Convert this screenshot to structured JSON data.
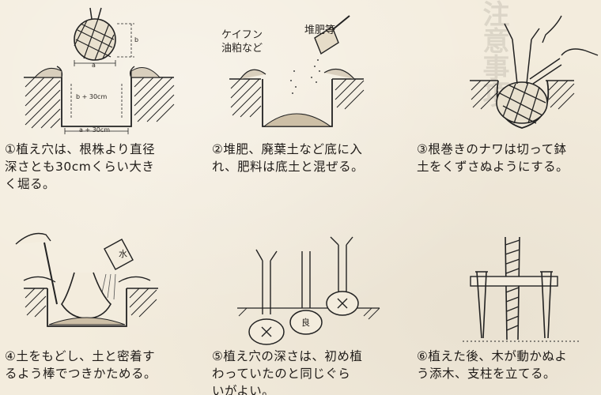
{
  "labels": {
    "keifun": "ケイフン\n油粕など",
    "taihi": "堆肥等",
    "b30": "b + 30cm",
    "a30": "a + 30cm",
    "a": "a",
    "b": "b",
    "mizu": "水",
    "yoi": "良"
  },
  "steps": [
    {
      "num": "①",
      "text": "植え穴は、根株より直径\n深さとも30cmくらい大き\nく堀る。"
    },
    {
      "num": "②",
      "text": "堆肥、廃葉土など底に入\nれ、肥料は底土と混ぜる。"
    },
    {
      "num": "③",
      "text": "根巻きのナワは切って鉢\n土をくずさぬようにする。"
    },
    {
      "num": "④",
      "text": "土をもどし、土と密着す\nるよう棒でつきかためる。"
    },
    {
      "num": "⑤",
      "text": "植え穴の深さは、初め植\nわっていたのと同じぐら\nいがよい。"
    },
    {
      "num": "⑥",
      "text": "植えた後、木が動かぬよ\nう添木、支柱を立てる。"
    }
  ]
}
